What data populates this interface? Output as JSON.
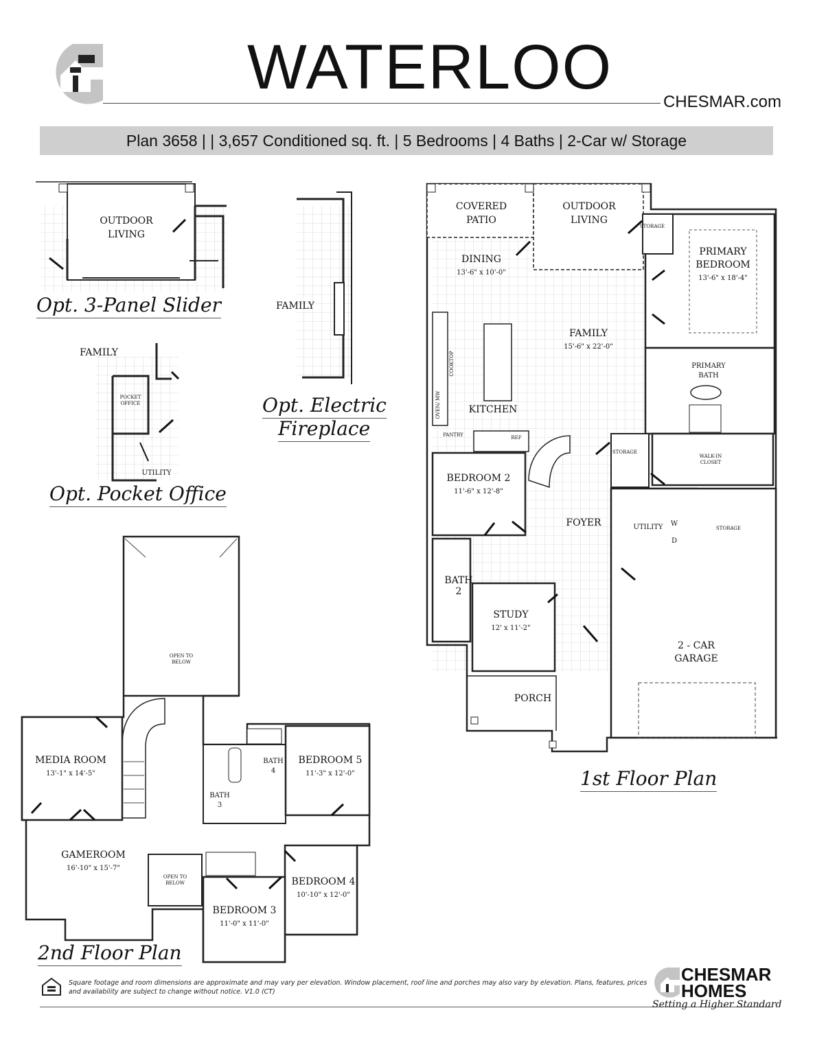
{
  "header": {
    "title": "WATERLOO",
    "website": "CHESMAR.com",
    "spec_line": "Plan 3658 | | 3,657 Conditioned sq. ft. | 5 Bedrooms | 4 Baths | 2-Car w/ Storage"
  },
  "options": {
    "slider": {
      "caption": "Opt. 3-Panel Slider",
      "room": [
        "OUTDOOR",
        "LIVING"
      ]
    },
    "fireplace": {
      "caption_line1": "Opt. Electric",
      "caption_line2": "Fireplace",
      "room": "FAMILY"
    },
    "pocket_office": {
      "caption": "Opt. Pocket Office",
      "family": "FAMILY",
      "office": [
        "POCKET",
        "OFFICE"
      ],
      "utility": "UTILITY"
    }
  },
  "first_floor": {
    "caption": "1st Floor Plan",
    "covered_patio": [
      "COVERED",
      "PATIO"
    ],
    "outdoor_living": [
      "OUTDOOR",
      "LIVING"
    ],
    "dining": {
      "name": "DINING",
      "dims": "13'-6\" x 10'-0\""
    },
    "family": {
      "name": "FAMILY",
      "dims": "15'-6\" x 22'-0\""
    },
    "primary_bedroom": {
      "name": [
        "PRIMARY",
        "BEDROOM"
      ],
      "dims": "13'-6\" x 18'-4\""
    },
    "primary_bath": [
      "PRIMARY",
      "BATH"
    ],
    "kitchen": "KITCHEN",
    "cooktop": "COOKTOP",
    "oven": "OVEN/ MW",
    "pantry": "PANTRY",
    "ref": "REF",
    "storage_small": "STORAGE",
    "storage_mid": "STORAGE",
    "walkin_closet": [
      "WALK-IN",
      "CLOSET"
    ],
    "bedroom2": {
      "name": "BEDROOM 2",
      "dims": "11'-6\" x 12'-8\""
    },
    "foyer": "FOYER",
    "utility": "UTILITY",
    "washer": "W",
    "dryer": "D",
    "garage_storage": "STORAGE",
    "bath2": [
      "BATH",
      "2"
    ],
    "study": {
      "name": "STUDY",
      "dims": "12' x 11'-2\""
    },
    "garage": [
      "2 - CAR",
      "GARAGE"
    ],
    "porch": "PORCH"
  },
  "second_floor": {
    "caption": "2nd Floor Plan",
    "open_below_main": [
      "OPEN TO",
      "BELOW"
    ],
    "media_room": {
      "name": "MEDIA ROOM",
      "dims": "13'-1\" x 14'-5\""
    },
    "bath4": [
      "BATH",
      "4"
    ],
    "bedroom5": {
      "name": "BEDROOM 5",
      "dims": "11'-3\" x 12'-0\""
    },
    "bath3": [
      "BATH",
      "3"
    ],
    "gameroom": {
      "name": "GAMEROOM",
      "dims": "16'-10\" x 15'-7\""
    },
    "open_below_small": [
      "OPEN TO",
      "BELOW"
    ],
    "bedroom4": {
      "name": "BEDROOM 4",
      "dims": "10'-10\" x 12'-0\""
    },
    "bedroom3": {
      "name": "BEDROOM 3",
      "dims": "11'-0\" x 11'-0\""
    }
  },
  "footer": {
    "disclaimer": "Square footage and room dimensions are approximate and may vary per elevation. Window placement, roof line and porches may also vary by elevation. Plans, features, prices and availability are subject to change without notice. V1.0 (CT)",
    "brand_line1": "CHESMAR",
    "brand_line2": "HOMES",
    "tagline": "Setting a Higher Standard"
  },
  "colors": {
    "spec_bar": "#cfcfcf",
    "logo_gray": "#c4c4c4",
    "ink": "#111111"
  }
}
